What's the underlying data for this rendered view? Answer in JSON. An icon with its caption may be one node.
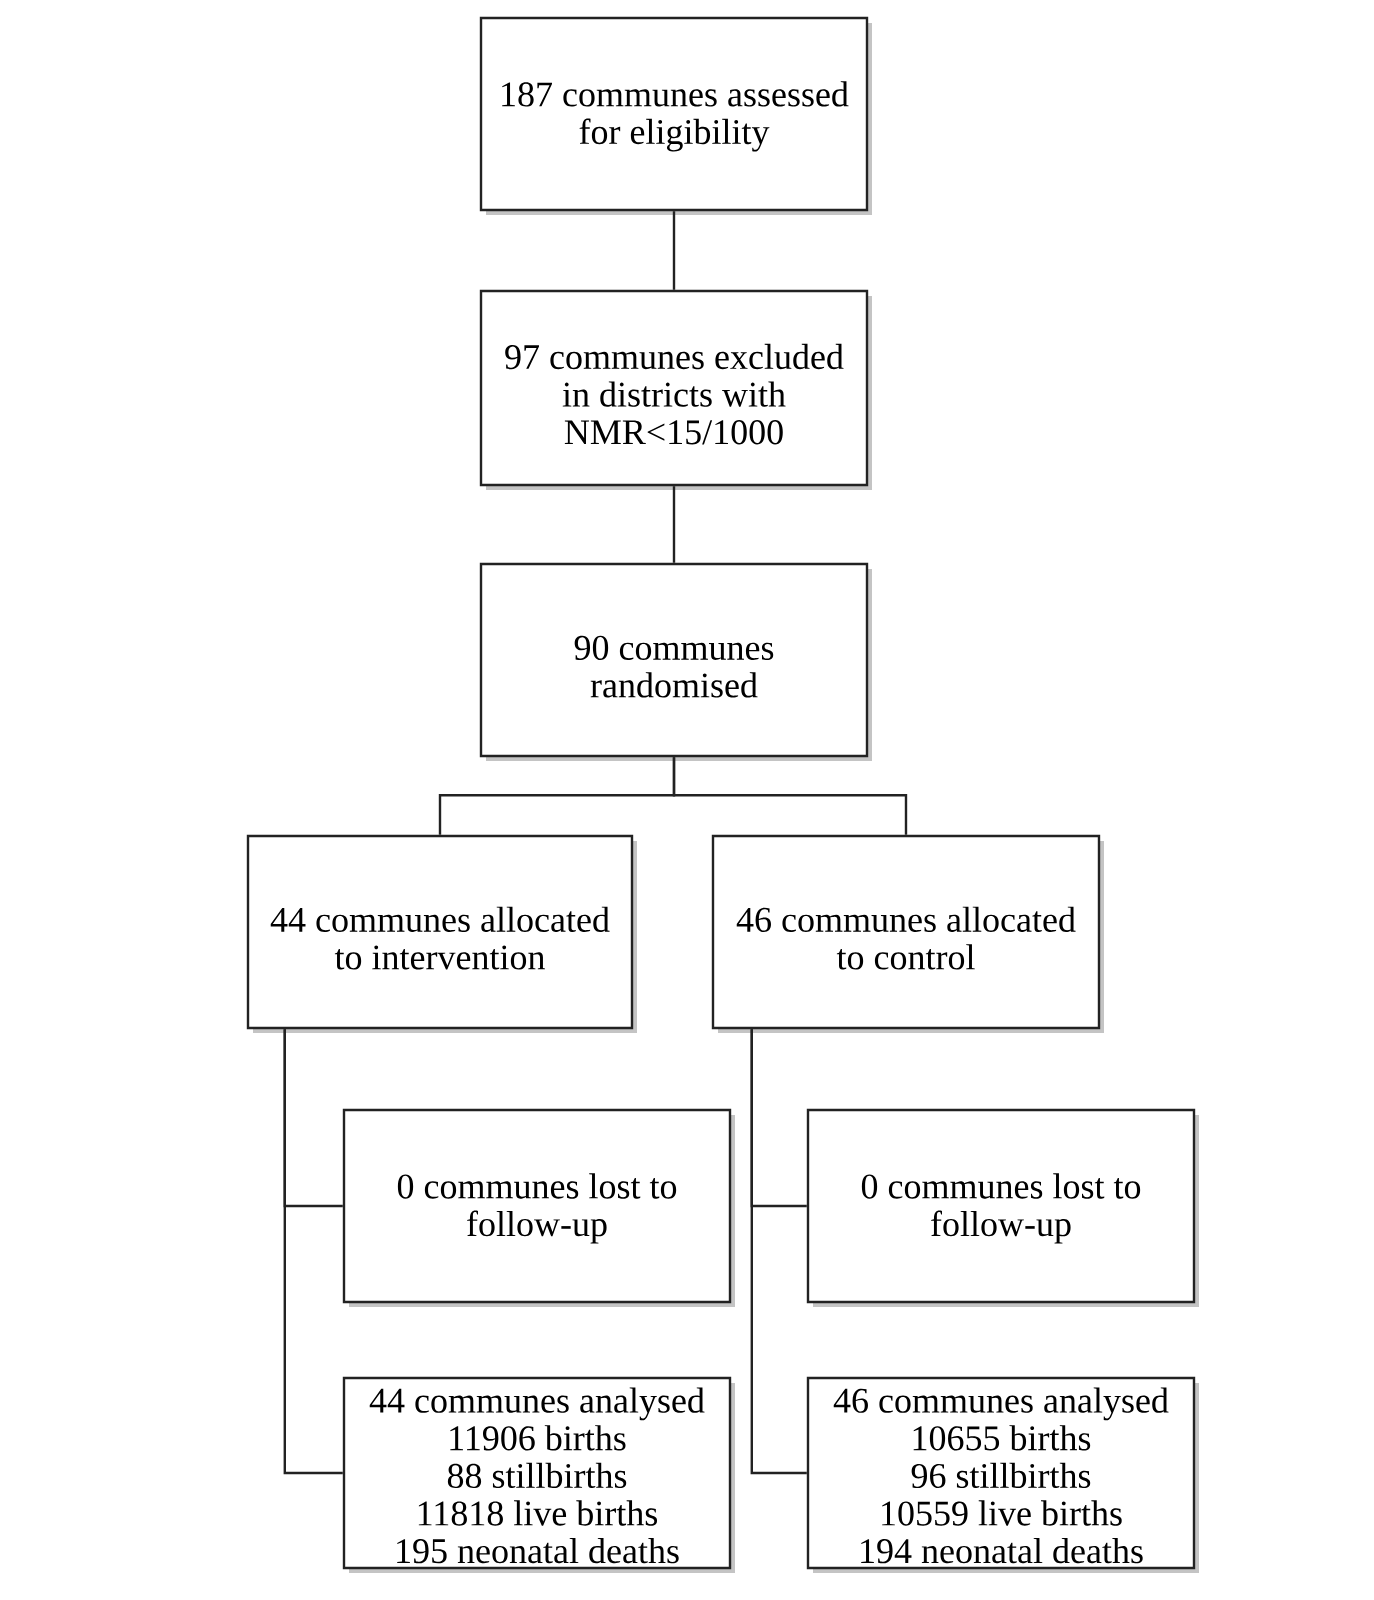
{
  "diagram": {
    "nodes": [
      {
        "text": [
          "187 communes assessed for eligibility"
        ]
      },
      {
        "text": [
          "97 communes excluded in districts with NMR<15/1000"
        ]
      },
      {
        "text": [
          "90 communes randomised"
        ]
      },
      {
        "text": [
          "44 communes allocated to intervention"
        ]
      },
      {
        "text": [
          "46 communes allocated to control"
        ]
      },
      {
        "text": [
          "0 communes lost to follow-up"
        ]
      },
      {
        "text": [
          "0 communes lost to follow-up"
        ]
      },
      {
        "text": [
          "44 communes analysed",
          "11906 births",
          "88 stillbirths",
          "11818 live births",
          "195 neonatal deaths"
        ]
      },
      {
        "text": [
          "46 communes analysed",
          "10655 births",
          "96 stillbirths",
          "10559 live births",
          "194 neonatal deaths"
        ]
      }
    ],
    "edges": [
      {
        "from": 0,
        "to": 1,
        "arrow": "none"
      },
      {
        "from": 1,
        "to": 2,
        "arrow": "none"
      },
      {
        "from": 2,
        "to": 3,
        "arrow": "none"
      },
      {
        "from": 2,
        "to": 4,
        "arrow": "none"
      },
      {
        "from": 3,
        "to": 5,
        "arrow": "none"
      },
      {
        "from": 3,
        "to": 7,
        "arrow": "none"
      },
      {
        "from": 4,
        "to": 6,
        "arrow": "none"
      },
      {
        "from": 4,
        "to": 8,
        "arrow": "none"
      }
    ]
  }
}
